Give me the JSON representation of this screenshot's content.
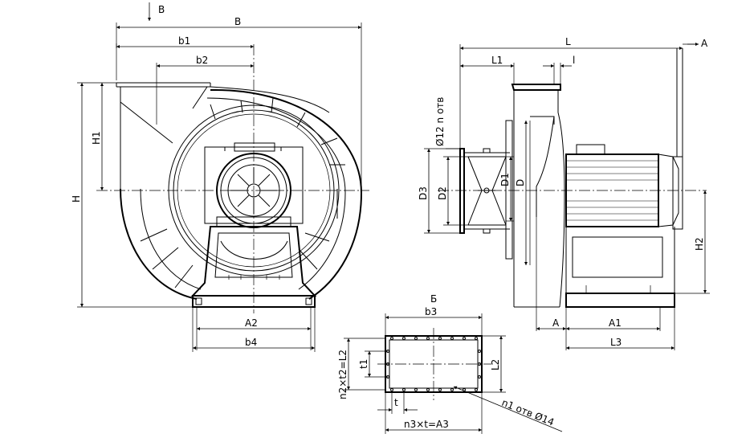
{
  "front_view": {
    "label_B": "B",
    "label_b1": "b1",
    "label_b2": "b2",
    "label_H": "H",
    "label_H1": "H1",
    "label_A2": "A2",
    "label_b4": "b4",
    "view_arrow_B": "В"
  },
  "side_view": {
    "label_L": "L",
    "label_L1": "L1",
    "label_l": "l",
    "holes_note": "Ø12 n отв",
    "label_D3": "D3",
    "label_D2": "D2",
    "label_D1": "D1",
    "label_D": "D",
    "label_H2": "H2",
    "label_A": "A",
    "label_A1": "A1",
    "label_L3": "L3",
    "view_arrow_A": "A"
  },
  "flange_view": {
    "title": "Б",
    "label_b3": "b3",
    "label_n2t2": "n2×t2=L2",
    "label_t1": "t1",
    "label_L2": "L2",
    "label_t": "t",
    "label_n3t": "n3×t=A3",
    "holes_note": "n1 отв Ø14"
  }
}
